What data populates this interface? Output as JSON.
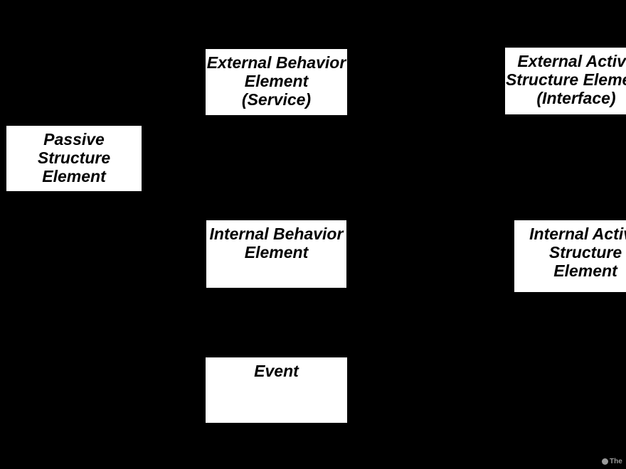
{
  "diagram": {
    "background_color": "#000000",
    "node_fill_color": "#ffffff",
    "node_text_color": "#000000",
    "nodes": [
      {
        "id": "external-behavior-element",
        "label": "External Behavior\nElement\n(Service)"
      },
      {
        "id": "external-active-structure-element",
        "label": "External Active\nStructure Element\n(Interface)"
      },
      {
        "id": "passive-structure-element",
        "label": "Passive\nStructure\nElement"
      },
      {
        "id": "internal-behavior-element",
        "label": "Internal Behavior\nElement"
      },
      {
        "id": "internal-active-structure-element",
        "label": "Internal Active\nStructure\nElement"
      },
      {
        "id": "event",
        "label": "Event"
      }
    ],
    "watermark": {
      "symbol": "copyright-dot",
      "text": "The",
      "color": "#9a9a9a"
    }
  }
}
